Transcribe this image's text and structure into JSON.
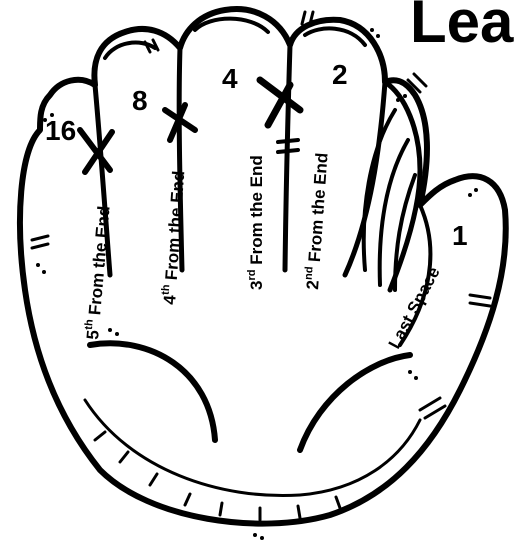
{
  "title": "Lea",
  "fingers": [
    {
      "number": "16",
      "label": "From the End",
      "ordinal": "5",
      "suffix": "th"
    },
    {
      "number": "8",
      "label": "From the End",
      "ordinal": "4",
      "suffix": "th"
    },
    {
      "number": "4",
      "label": "From the End",
      "ordinal": "3",
      "suffix": "rd"
    },
    {
      "number": "2",
      "label": "From the End",
      "ordinal": "2",
      "suffix": "nd"
    }
  ],
  "thumb": {
    "number": "1",
    "label": "Last Space"
  },
  "colors": {
    "ink": "#000000",
    "paper": "#ffffff"
  }
}
